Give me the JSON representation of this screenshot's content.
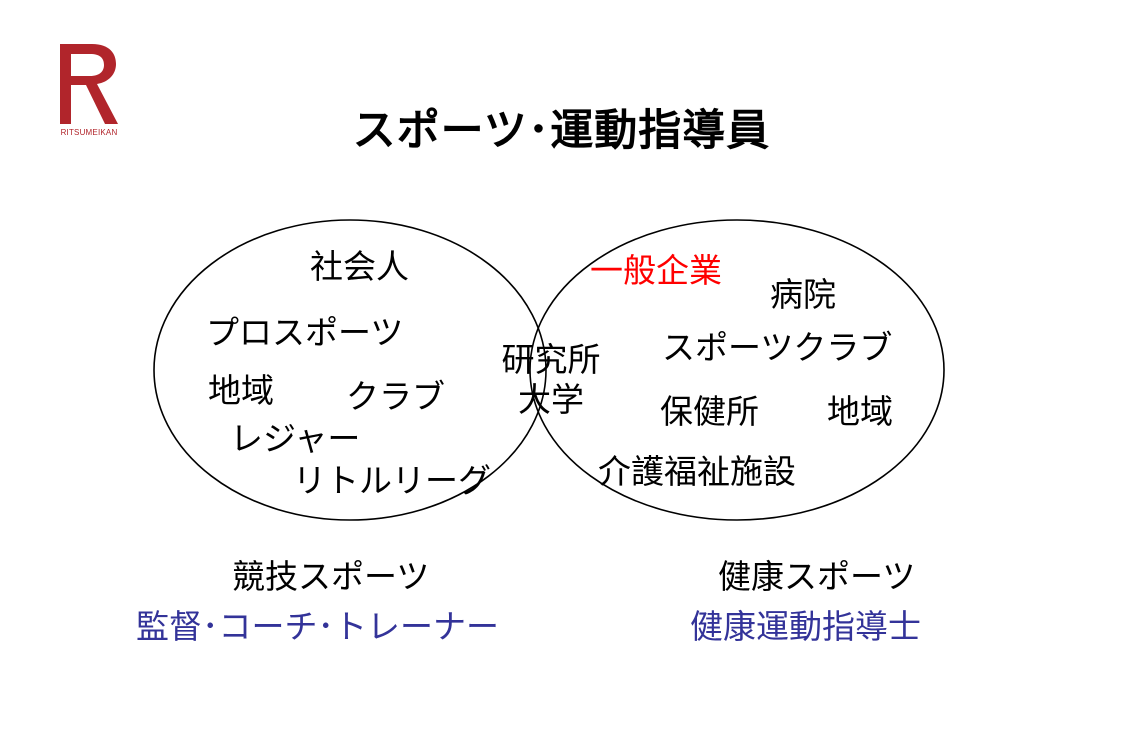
{
  "logo": {
    "letter": "R",
    "caption": "RITSUMEIKAN",
    "color": "#b1252b"
  },
  "title": "スポーツ･運動指導員",
  "diagram": {
    "left_set": [
      "社会人",
      "プロスポーツ",
      "地域",
      "クラブ",
      "レジャー",
      "リトルリーグ"
    ],
    "overlap": [
      "研究所",
      "大学"
    ],
    "right_set": [
      "一般企業",
      "病院",
      "スポーツクラブ",
      "保健所",
      "地域",
      "介護福祉施設"
    ],
    "highlight_color": "#ff0000"
  },
  "captions": {
    "left_heading": "競技スポーツ",
    "left_roles": "監督･コーチ･トレーナー",
    "right_heading": "健康スポーツ",
    "right_roles": "健康運動指導士",
    "roles_color": "#333399"
  }
}
